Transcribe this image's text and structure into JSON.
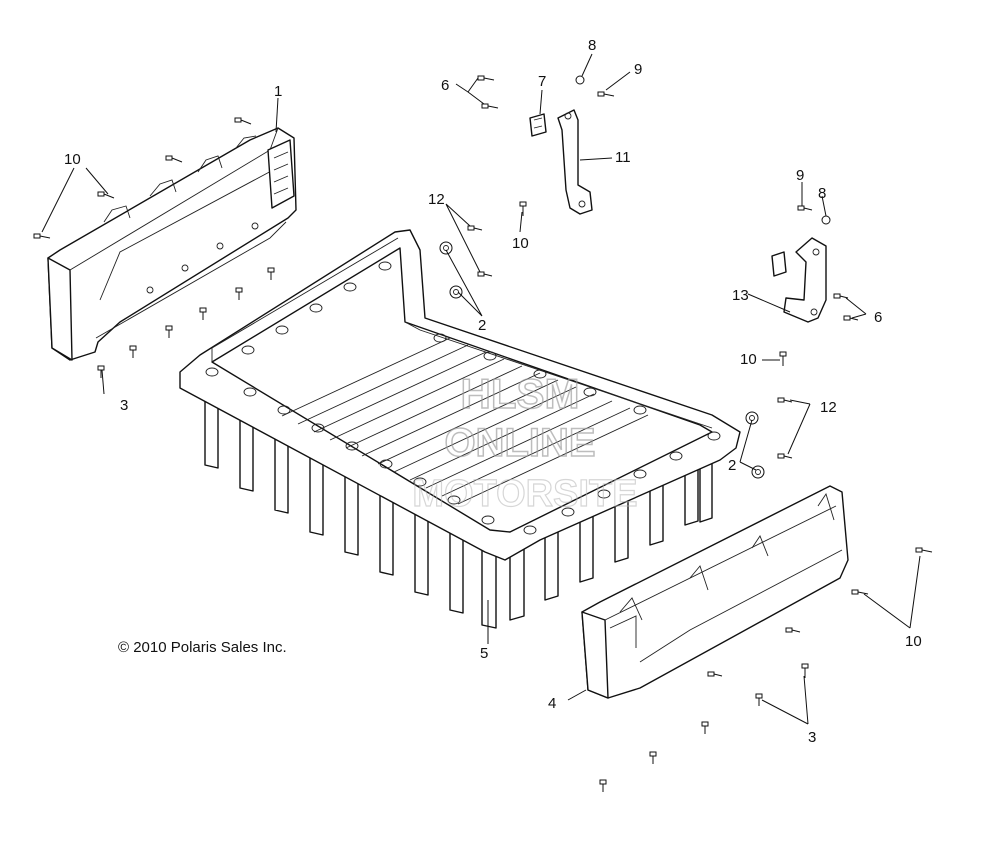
{
  "diagram": {
    "callouts": {
      "c1": "1",
      "c2a": "2",
      "c2b": "2",
      "c3a": "3",
      "c3b": "3",
      "c4": "4",
      "c5": "5",
      "c6a": "6",
      "c6b": "6",
      "c7": "7",
      "c8a": "8",
      "c8b": "8",
      "c9a": "9",
      "c9b": "9",
      "c10a": "10",
      "c10b": "10",
      "c10c": "10",
      "c10d": "10",
      "c11": "11",
      "c12a": "12",
      "c12b": "12",
      "c13": "13"
    },
    "copyright": "© 2010 Polaris Sales Inc.",
    "watermark": {
      "line1": "HLSM",
      "line2": "ONLINE",
      "line3": "MOTORSITE"
    }
  }
}
